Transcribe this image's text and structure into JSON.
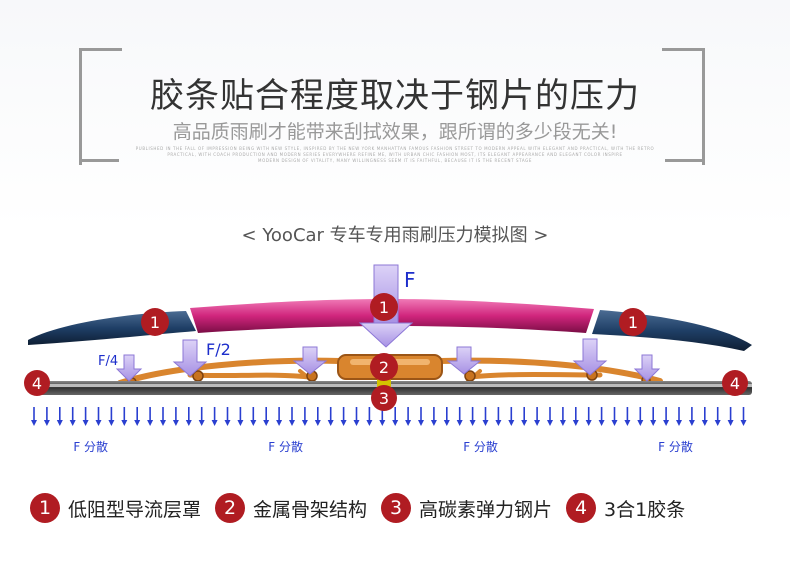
{
  "header": {
    "title": "胶条贴合程度取决于钢片的压力",
    "subtitle": "高品质雨刷才能带来刮拭效果，跟所谓的多少段无关!",
    "fine_print": [
      "PUBLISHED IN THE FALL OF IMPRESSION BEING WITH NEW STYLE, INSPIRED BY THE NEW YORK MANHATTAN FAMOUS FASHION STREET TO MODERN APPEAL WITH ELEGANT AND PRACTICAL, WITH THE RETRO",
      "PRACTICAL, WITH COACH PRODUCTION AND MODERN SERIES EVERYWHERE REFINE ME, WITH URBAN CHIC FASHION MOST, ITS ELEGANT APPEARANCE AND ELEGANT COLOR INSPIRE",
      "MODERN DESIGN OF VITALITY, MANY WILLINGNESS SEEM IT IS FAITHFUL, BECAUSE IT IS THE RECENT STAGE"
    ]
  },
  "diagram": {
    "caption": "< YooCar 专车专用雨刷压力模拟图 >",
    "force_label": "F",
    "half_force_label": "F/2",
    "quarter_force_label": "F/4",
    "distributed_label": "F 分散",
    "distributed_positions": [
      0.06,
      0.33,
      0.6,
      0.87
    ],
    "callouts": [
      {
        "num": "1",
        "role": "spoiler-left"
      },
      {
        "num": "1",
        "role": "spoiler-center"
      },
      {
        "num": "1",
        "role": "spoiler-right"
      },
      {
        "num": "2",
        "role": "frame"
      },
      {
        "num": "3",
        "role": "steel-strip"
      },
      {
        "num": "4",
        "role": "rubber-left"
      },
      {
        "num": "4",
        "role": "rubber-right"
      }
    ],
    "colors": {
      "callout": "#b01c22",
      "spoiler_dark": "#1f3f66",
      "spoiler_center": "#d0257c",
      "frame": "#d9852e",
      "arrow": "#b9a6ea",
      "distributed_arrow": "#2a3fd0"
    }
  },
  "legend": [
    {
      "num": "1",
      "label": "低阻型导流层罩"
    },
    {
      "num": "2",
      "label": "金属骨架结构"
    },
    {
      "num": "3",
      "label": "高碳素弹力钢片"
    },
    {
      "num": "4",
      "label": "3合1胶条"
    }
  ]
}
